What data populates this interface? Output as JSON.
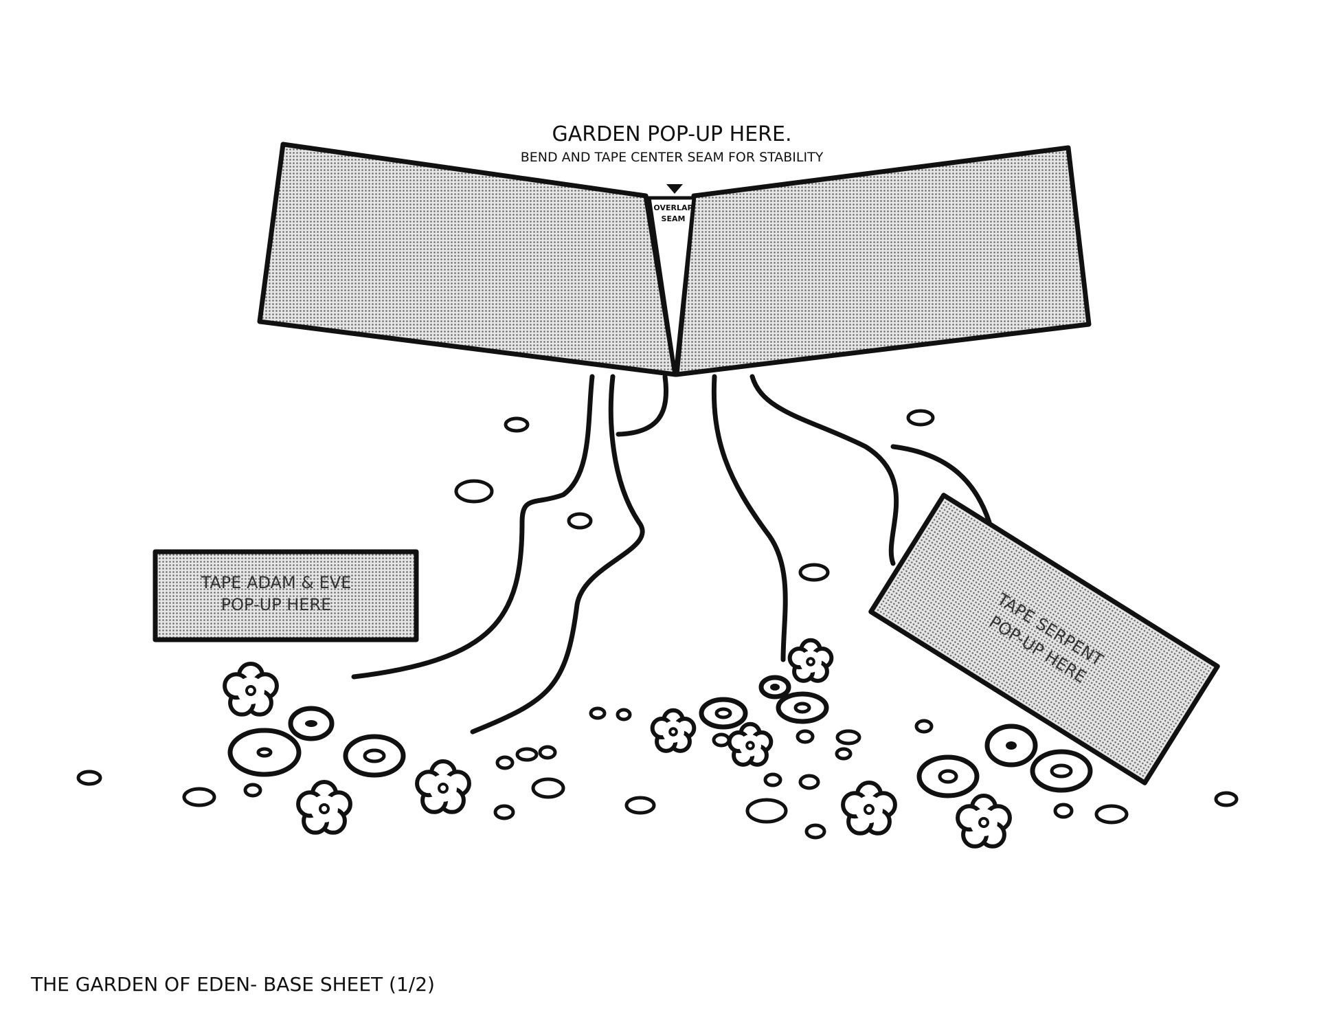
{
  "garden_popup": {
    "title": "GARDEN POP-UP HERE.",
    "instruction": "BEND AND TAPE CENTER SEAM FOR STABILITY",
    "seam_label_line1": "OVERLAP",
    "seam_label_line2": "SEAM"
  },
  "adam_eve_panel": {
    "line1": "TAPE ADAM & EVE",
    "line2": "POP-UP HERE"
  },
  "serpent_panel": {
    "line1": "TAPE SERPENT",
    "line2": "POP-UP HERE"
  },
  "footer": {
    "caption": "THE GARDEN OF EDEN- BASE SHEET (1/2)"
  },
  "colors": {
    "ink": "#111111",
    "paper": "#ffffff",
    "halftone": "#cfcfcf"
  }
}
